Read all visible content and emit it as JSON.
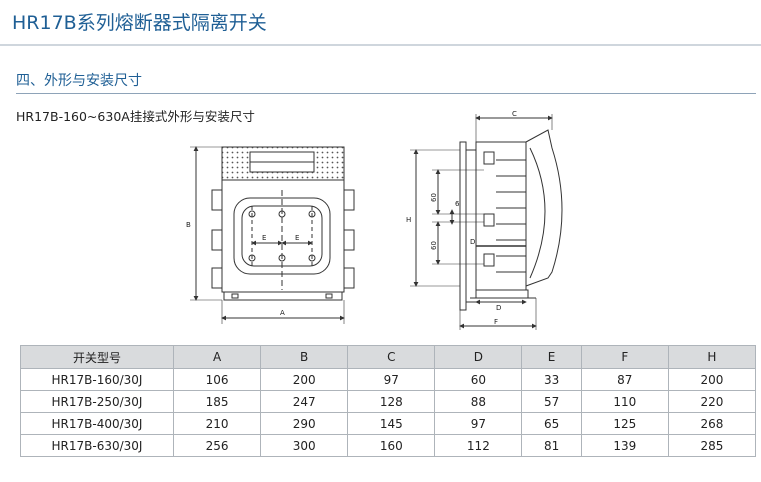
{
  "page": {
    "title": "HR17B系列熔断器式隔离开关",
    "section_heading": "四、外形与安装尺寸",
    "figure_caption": "HR17B-160~630A挂接式外形与安装尺寸"
  },
  "drawing_labels": {
    "front_view": {
      "dim_A": "A",
      "dim_B": "B",
      "dim_E_left": "E",
      "dim_E_right": "E"
    },
    "side_view": {
      "dim_C": "C",
      "dim_H": "H",
      "dim_D_left": "D",
      "dim_D_right": "D",
      "dim_F": "F",
      "dim_60_upper": "60",
      "dim_6": "6",
      "dim_60_lower": "60"
    }
  },
  "dimension_table": {
    "headers": [
      "开关型号",
      "A",
      "B",
      "C",
      "D",
      "E",
      "F",
      "H"
    ],
    "rows": [
      [
        "HR17B-160/30J",
        "106",
        "200",
        "97",
        "60",
        "33",
        "87",
        "200"
      ],
      [
        "HR17B-250/30J",
        "185",
        "247",
        "128",
        "88",
        "57",
        "110",
        "220"
      ],
      [
        "HR17B-400/30J",
        "210",
        "290",
        "145",
        "97",
        "65",
        "125",
        "268"
      ],
      [
        "HR17B-630/30J",
        "256",
        "300",
        "160",
        "112",
        "81",
        "139",
        "285"
      ]
    ]
  },
  "colors": {
    "heading": "#1f5f95",
    "table_header_bg": "#d9dbdd",
    "rule": "#8ea3b8"
  }
}
